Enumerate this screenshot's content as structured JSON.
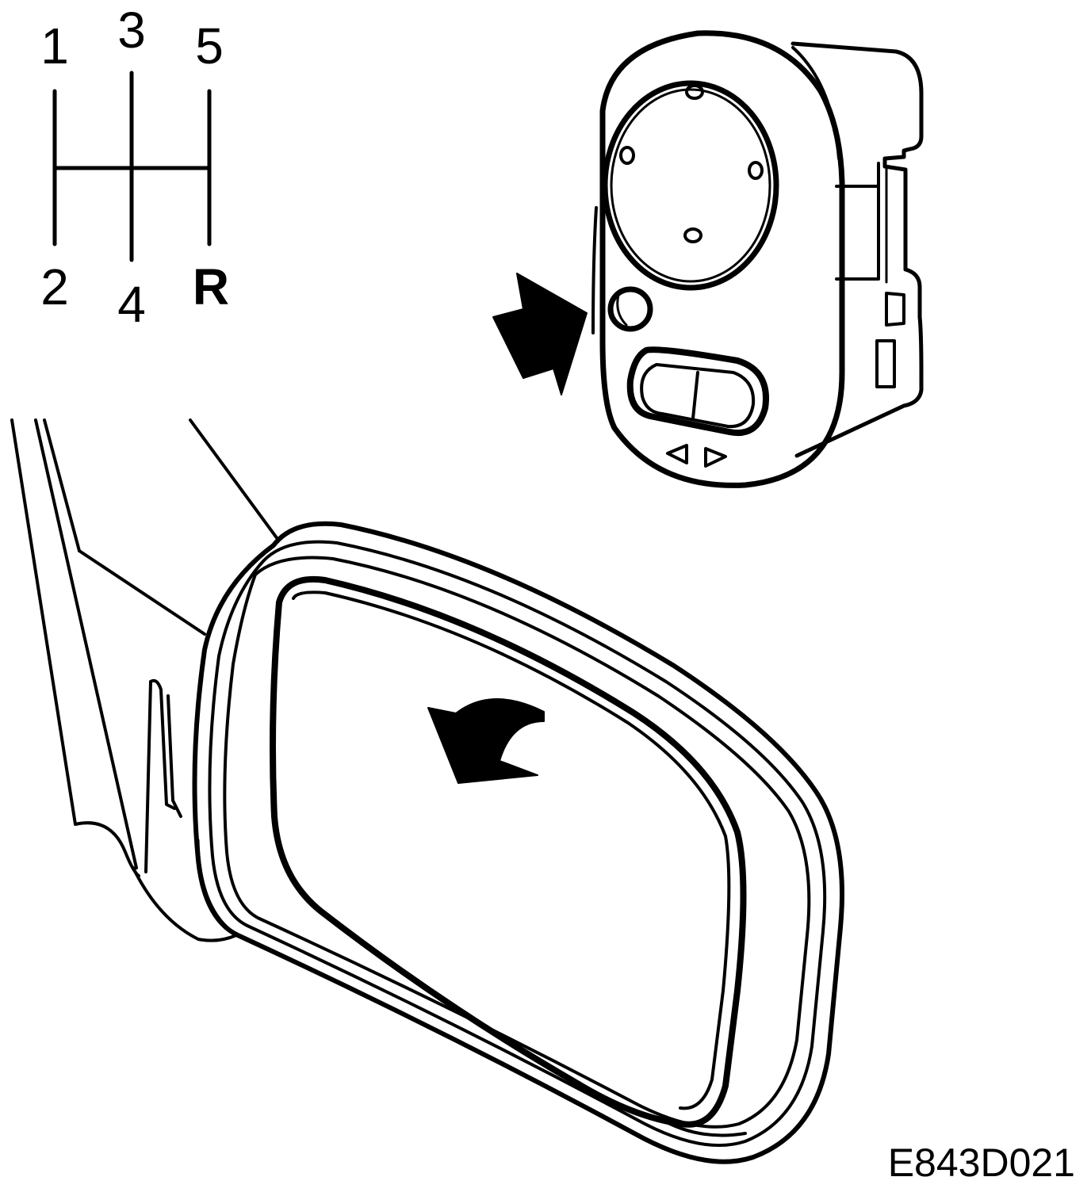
{
  "shift_pattern": {
    "gears_top": [
      "1",
      "3",
      "5"
    ],
    "gears_bottom": [
      "2",
      "4",
      "R"
    ]
  },
  "figure_code": "E843D021"
}
